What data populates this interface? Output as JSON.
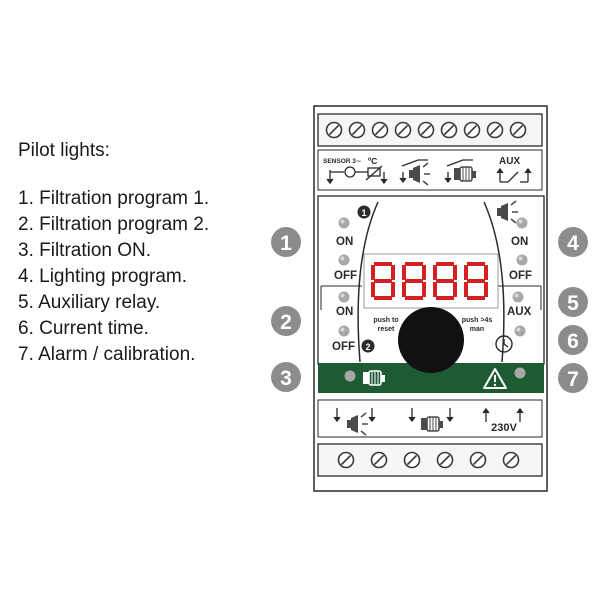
{
  "legend": {
    "title": "Pilot lights:",
    "items": [
      "1. Filtration program 1.",
      "2. Filtration program 2.",
      "3. Filtration ON.",
      "4. Lighting program.",
      "5. Auxiliary relay.",
      "6. Current time.",
      "7. Alarm / calibration."
    ]
  },
  "device": {
    "sensor_label": "SENSOR 3",
    "sensor_unit": "ºC",
    "aux_top_label": "AUX",
    "on_label": "ON",
    "off_label": "OFF",
    "aux_label": "AUX",
    "display_value": "8888",
    "push_reset_line1": "push to",
    "push_reset_line2": "reset",
    "push_man_line1": "push >4s",
    "push_man_line2": "man",
    "voltage_label": "230V",
    "badge_1": "1",
    "badge_2": "2"
  },
  "callouts": [
    "1",
    "2",
    "3",
    "4",
    "5",
    "6",
    "7"
  ],
  "colors": {
    "panel_green": "#1e5a34",
    "display_red": "#d42020",
    "callout_gray": "#8c8c8c"
  },
  "icons": [
    "terminal-screw-icon",
    "thermostat-icon",
    "light-bulb-icon",
    "pump-icon",
    "relay-switch-icon",
    "clock-icon",
    "warning-triangle-icon"
  ]
}
